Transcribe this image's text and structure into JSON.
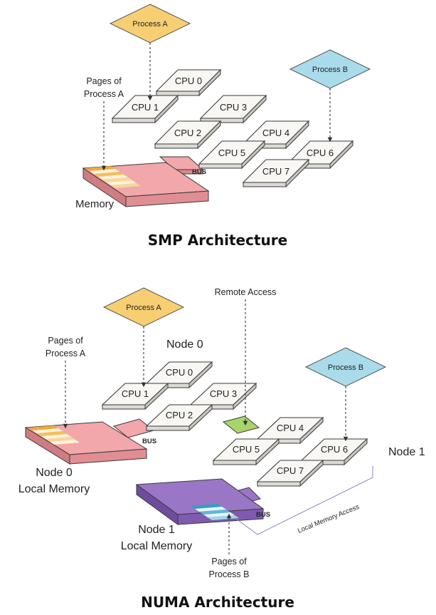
{
  "smp": {
    "title": "SMP Architecture",
    "process_a": "Process A",
    "process_b": "Process B",
    "pages_label_line1": "Pages of",
    "pages_label_line2": "Process A",
    "bus_label": "BUS",
    "memory_label": "Memory",
    "cpus": [
      "CPU 0",
      "CPU 1",
      "CPU 2",
      "CPU 3",
      "CPU 4",
      "CPU 5",
      "CPU 6",
      "CPU 7"
    ]
  },
  "numa": {
    "title": "NUMA Architecture",
    "process_a": "Process A",
    "process_b": "Process B",
    "remote_access": "Remote Access",
    "node0_label": "Node 0",
    "node1_label": "Node 1",
    "pages_a_line1": "Pages of",
    "pages_a_line2": "Process A",
    "pages_b_line1": "Pages of",
    "pages_b_line2": "Process B",
    "bus0_label": "BUS",
    "bus1_label": "BUS",
    "node0_mem_line1": "Node 0",
    "node0_mem_line2": "Local Memory",
    "node1_mem_line1": "Node 1",
    "node1_mem_line2": "Local Memory",
    "local_memory_access": "Local Memory Access",
    "cpus": [
      "CPU 0",
      "CPU 1",
      "CPU 2",
      "CPU 3",
      "CPU 4",
      "CPU 5",
      "CPU 6",
      "CPU 7"
    ]
  },
  "colors": {
    "process_a_fill": "#f7cf72",
    "process_b_fill": "#a9dbeb",
    "memory_pink": "#f2a7ab",
    "memory_purple": "#9a76c6",
    "remote_green": "#a8d46c",
    "cpu_fill": "#f8f7f4"
  }
}
